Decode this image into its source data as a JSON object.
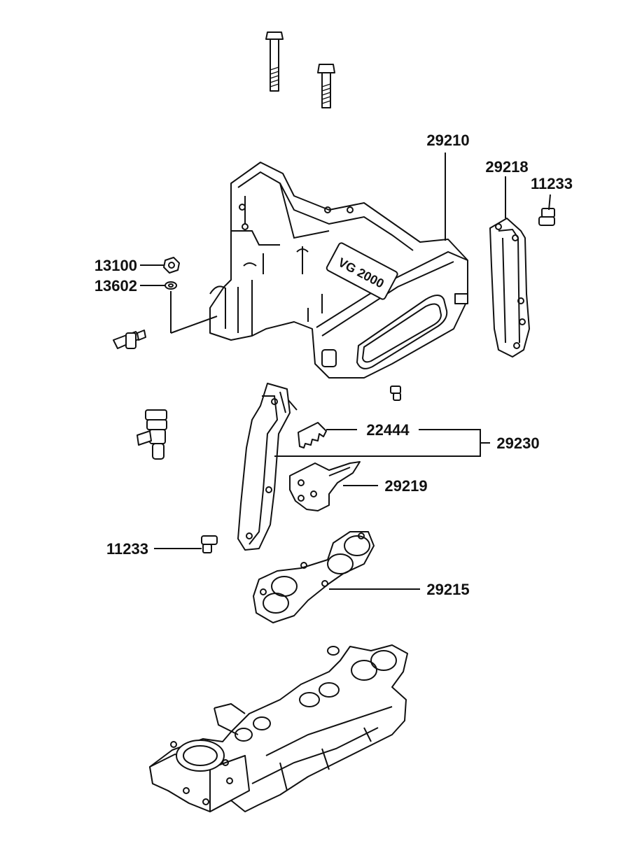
{
  "logo_text": "VG 2000",
  "labels": {
    "p29210": "29210",
    "p29218": "29218",
    "p11233_top": "11233",
    "p13100": "13100",
    "p13602": "13602",
    "p22444": "22444",
    "p29230": "29230",
    "p29219": "29219",
    "p11233_bottom": "11233",
    "p29215": "29215"
  }
}
